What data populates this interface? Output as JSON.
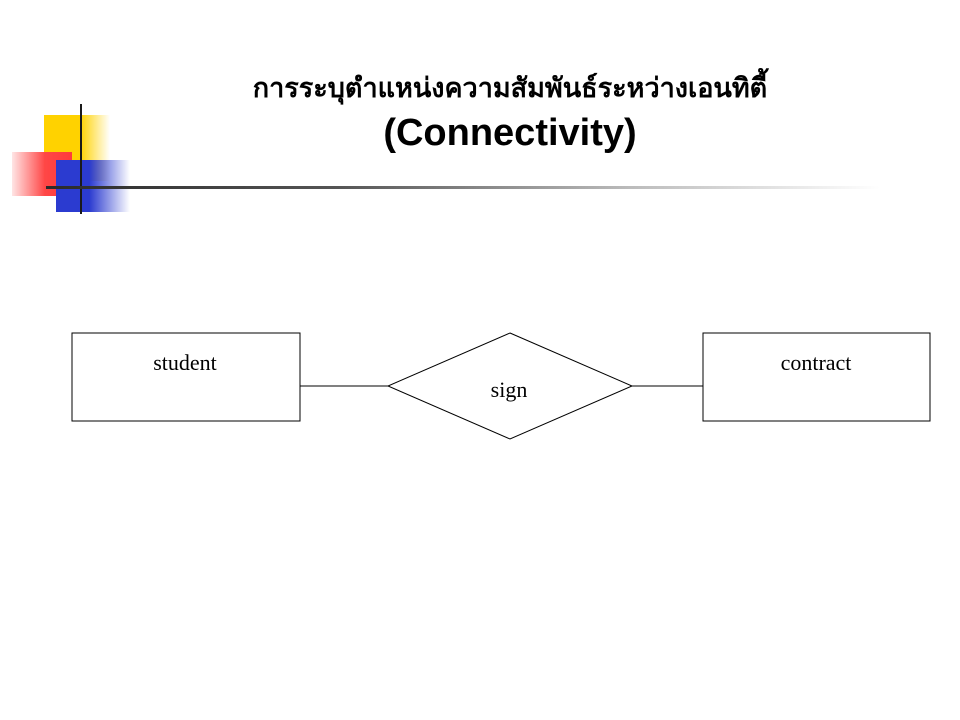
{
  "slide": {
    "title_thai": "การระบุตำแหน่งความสัมพันธ์ระหว่างเอนทิตี้",
    "title_en": "(Connectivity)"
  },
  "diagram": {
    "entities": [
      {
        "id": "student",
        "label": "student"
      },
      {
        "id": "contract",
        "label": "contract"
      }
    ],
    "relationship": {
      "id": "sign",
      "label": "sign"
    },
    "connections": [
      {
        "from": "student",
        "to": "sign"
      },
      {
        "from": "sign",
        "to": "contract"
      }
    ]
  }
}
